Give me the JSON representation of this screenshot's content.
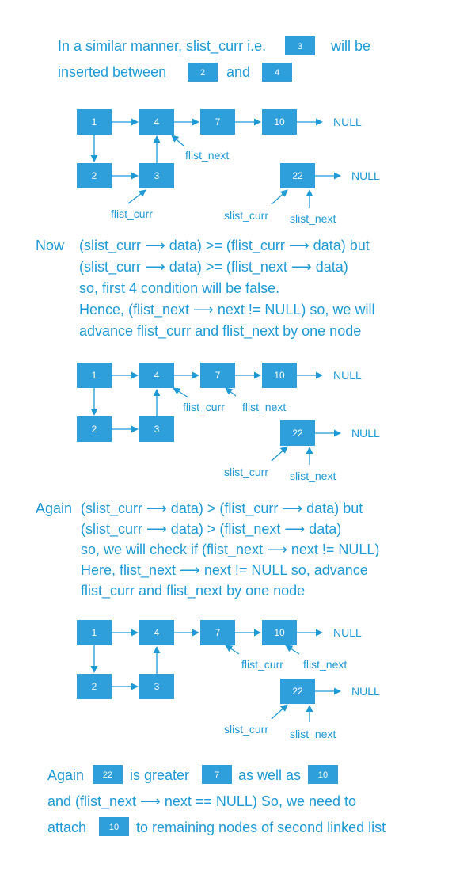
{
  "colors": {
    "accent": "#1e9ad6",
    "node": "#2f9fdc",
    "node_text": "#ffffff"
  },
  "intro": {
    "line1_prefix": "In a similar manner, slist_curr  i.e.",
    "line1_badge": "3",
    "line1_suffix": "will be",
    "line2_prefix": "inserted between",
    "line2_badge1": "2",
    "line2_mid": "and",
    "line2_badge2": "4"
  },
  "diagram1": {
    "nodes": [
      "1",
      "4",
      "7",
      "10",
      "2",
      "3",
      "22"
    ],
    "null1": "NULL",
    "null2": "NULL",
    "label_flist_next": "flist_next",
    "label_flist_curr": "flist_curr",
    "label_slist_curr": "slist_curr",
    "label_slist_next": "slist_next"
  },
  "para1": {
    "lead": "Now",
    "lines": [
      "(slist_curr ⟶ data) >= (flist_curr ⟶ data)  but",
      "(slist_curr ⟶ data) >= (flist_next ⟶ data)",
      "so,  first 4 condition will be false.",
      "Hence, (flist_next ⟶ next != NULL) so, we will",
      "advance flist_curr and flist_next by one node"
    ]
  },
  "diagram2": {
    "nodes": [
      "1",
      "4",
      "7",
      "10",
      "2",
      "3",
      "22"
    ],
    "null1": "NULL",
    "null2": "NULL",
    "label_flist_curr": "flist_curr",
    "label_flist_next": "flist_next",
    "label_slist_curr": "slist_curr",
    "label_slist_next": "slist_next"
  },
  "para2": {
    "lead": "Again",
    "lines": [
      "(slist_curr ⟶ data) > (flist_curr ⟶ data)  but",
      "(slist_curr ⟶ data) > (flist_next ⟶ data)",
      "so,  we will check if (flist_next ⟶ next != NULL)",
      "Here,  flist_next ⟶ next != NULL  so, advance",
      "flist_curr  and  flist_next by one node"
    ]
  },
  "diagram3": {
    "nodes": [
      "1",
      "4",
      "7",
      "10",
      "2",
      "3",
      "22"
    ],
    "null1": "NULL",
    "null2": "NULL",
    "label_flist_curr": "flist_curr",
    "label_flist_next": "flist_next",
    "label_slist_curr": "slist_curr",
    "label_slist_next": "slist_next"
  },
  "outro": {
    "line1_prefix": "Again",
    "line1_badge1": "22",
    "line1_mid1": "is greater",
    "line1_badge2": "7",
    "line1_mid2": "as well as",
    "line1_badge3": "10",
    "line2": "and (flist_next ⟶ next == NULL)  So, we need to",
    "line3_prefix": "attach",
    "line3_badge": "10",
    "line3_suffix": "to remaining nodes of second linked list"
  }
}
